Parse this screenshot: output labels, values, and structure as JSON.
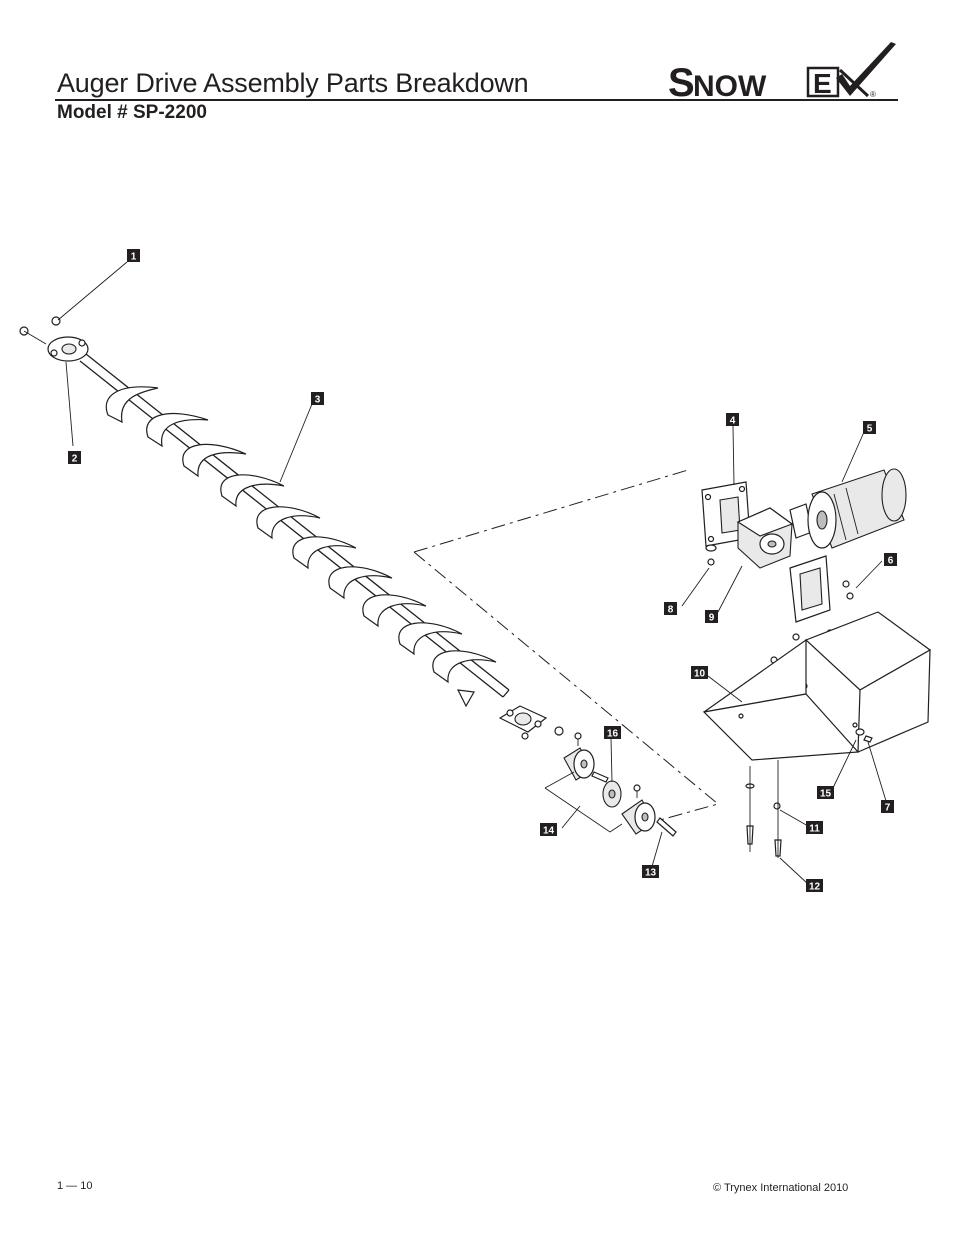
{
  "header": {
    "title": "Auger Drive Assembly Parts Breakdown",
    "model": "Model # SP-2200",
    "logo_text": "SnowEx",
    "logo_mark": "®"
  },
  "callouts": [
    "1",
    "2",
    "3",
    "4",
    "5",
    "6",
    "7",
    "8",
    "9",
    "10",
    "11",
    "12",
    "13",
    "14",
    "15",
    "16"
  ],
  "footer": {
    "page_number": "1 — 10",
    "copyright": "© Trynex International 2010"
  },
  "colors": {
    "ink": "#231f20",
    "callout_text": "#ffffff"
  }
}
